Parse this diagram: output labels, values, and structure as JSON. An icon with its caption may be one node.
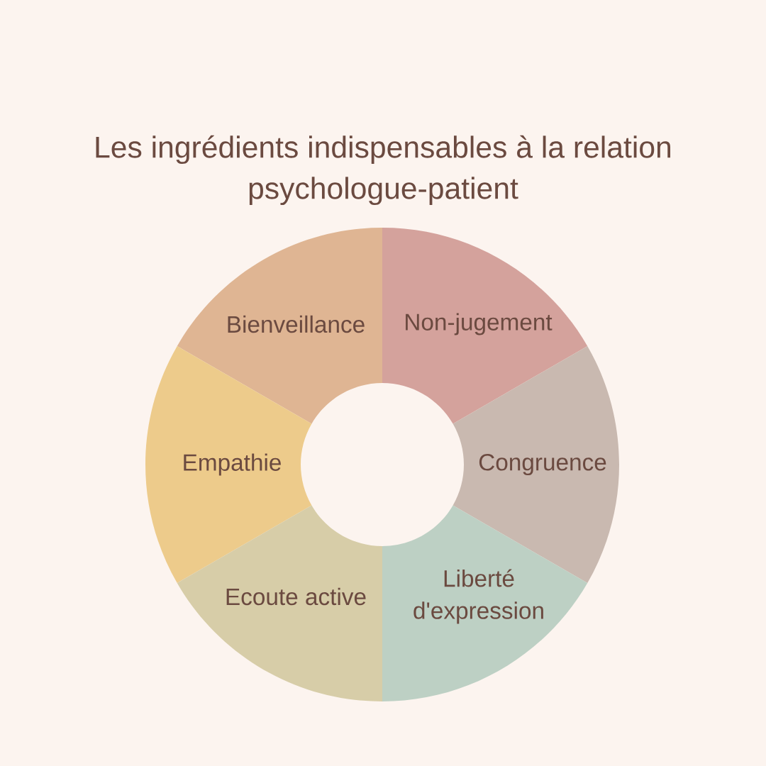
{
  "diagram": {
    "title": "Les ingrédients indispensables à la relation psychologue-patient",
    "nodes": [
      {
        "text": [
          "Bienveillance"
        ]
      },
      {
        "text": [
          "Non-jugement"
        ]
      },
      {
        "text": [
          "Empathie"
        ]
      },
      {
        "text": [
          "Congruence"
        ]
      },
      {
        "text": [
          "Ecoute active"
        ]
      },
      {
        "text": [
          "Liberté d'expression"
        ]
      }
    ]
  }
}
